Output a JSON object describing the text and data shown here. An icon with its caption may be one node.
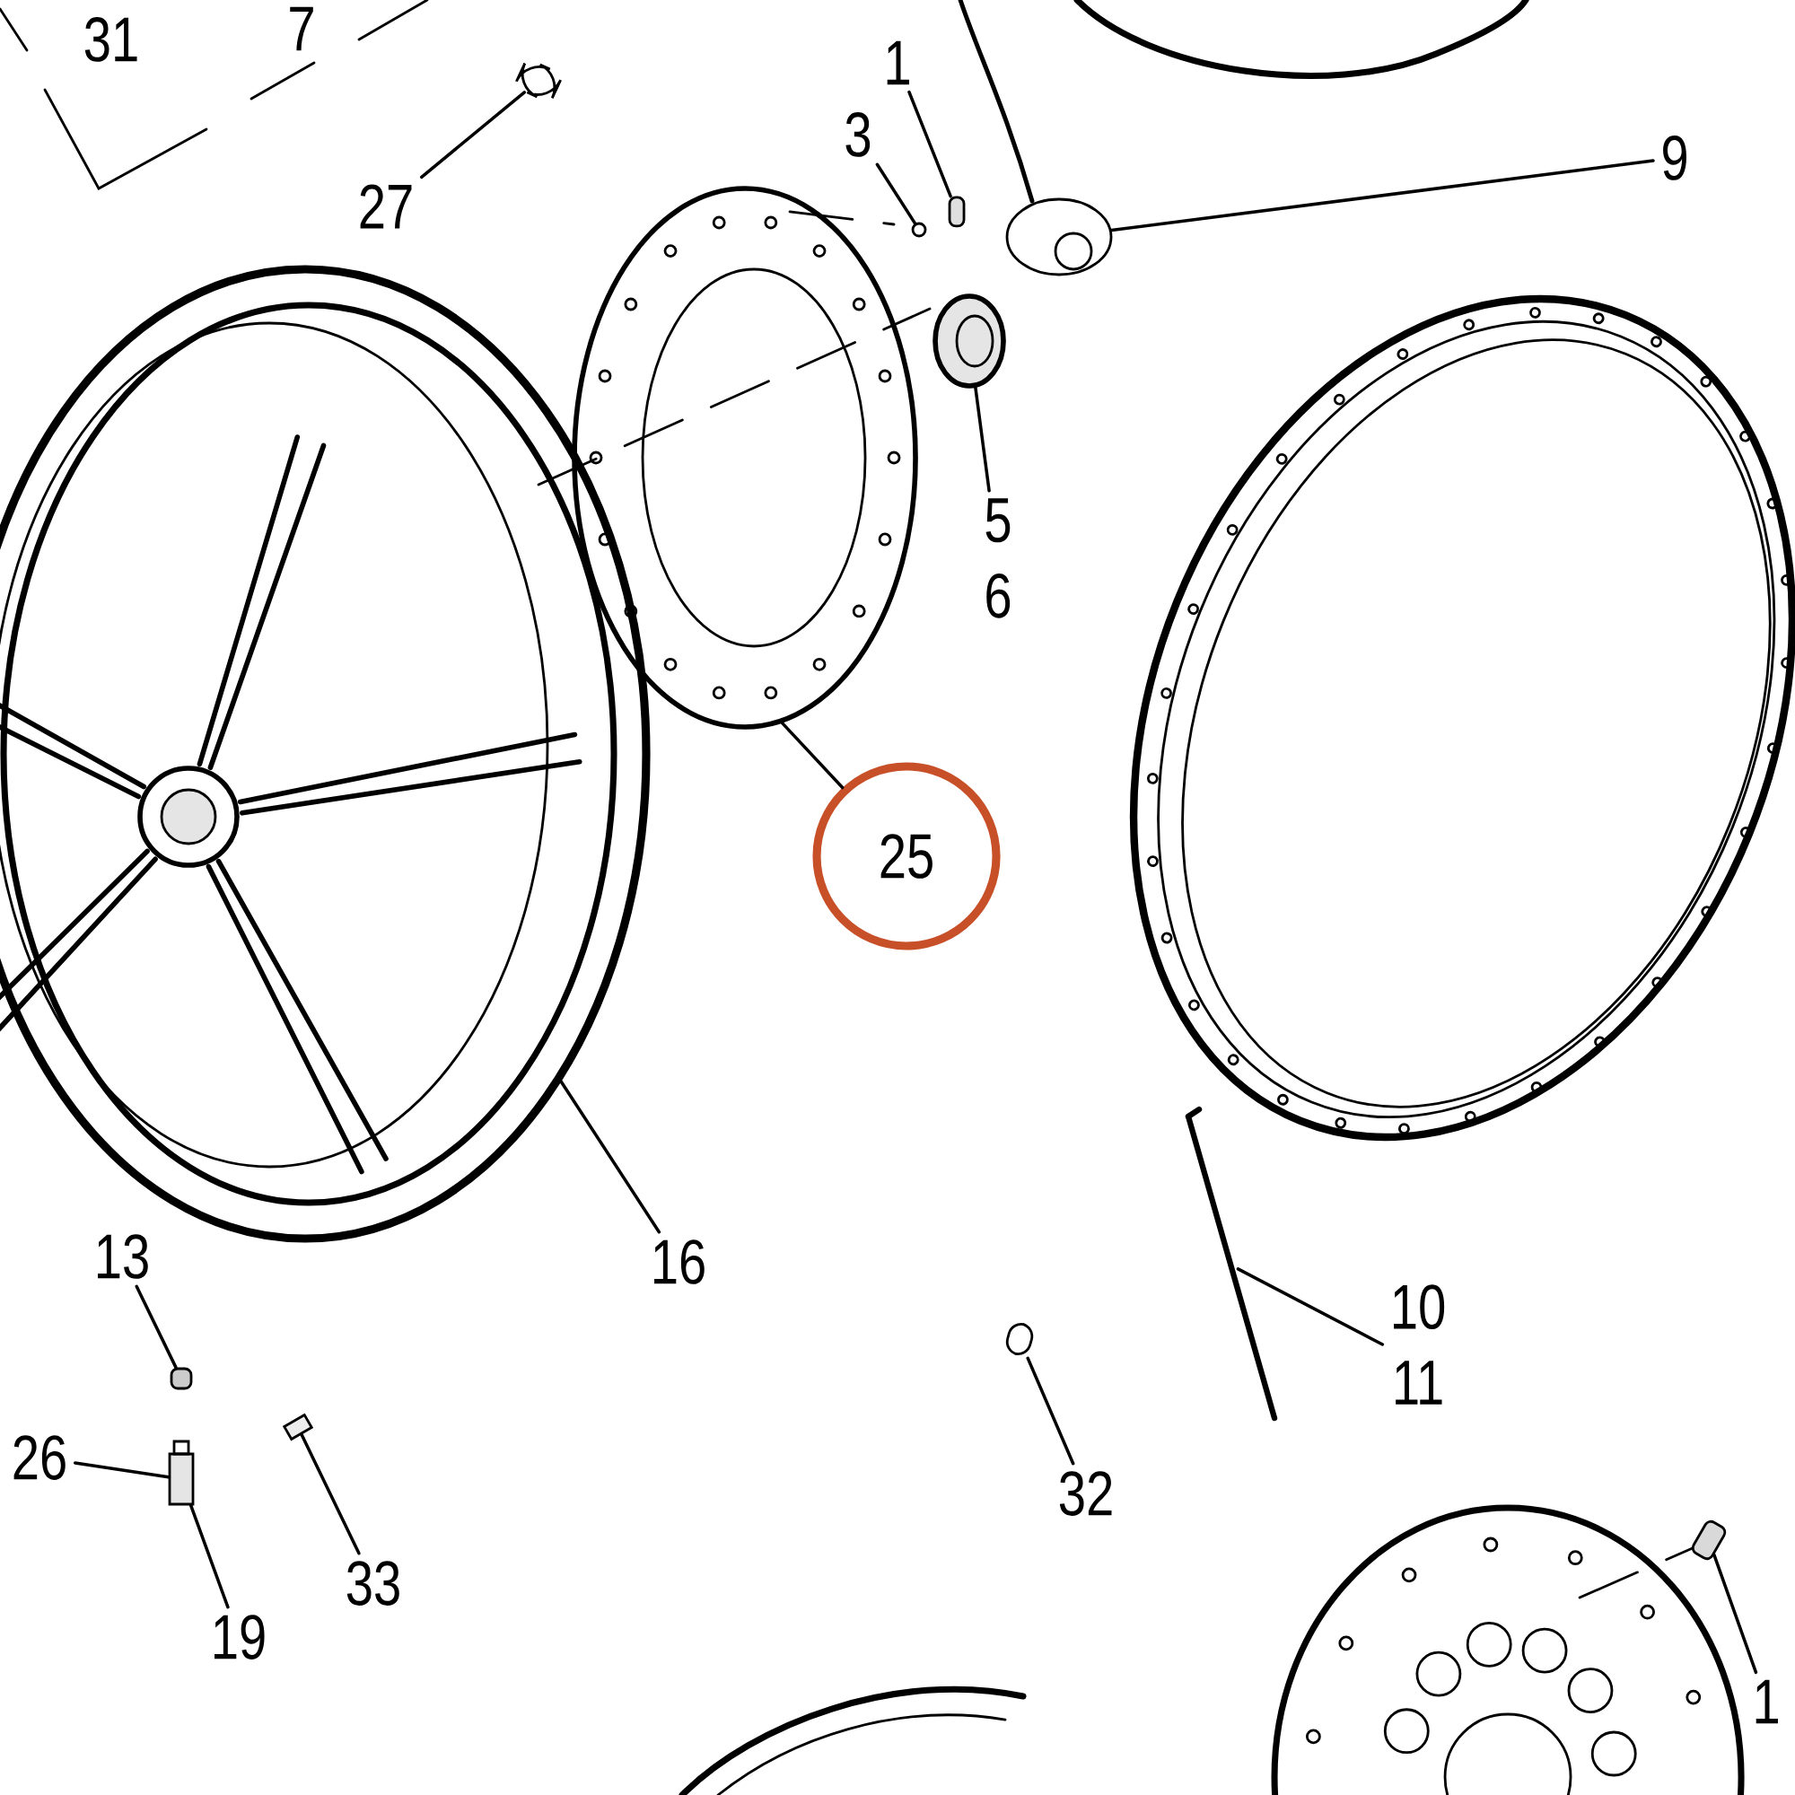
{
  "diagram": {
    "nodes": [
      {
        "text": [
          "1"
        ]
      },
      {
        "text": [
          "3"
        ]
      },
      {
        "text": [
          "27"
        ]
      },
      {
        "text": [
          "9"
        ]
      },
      {
        "text": [
          "5",
          "6"
        ]
      },
      {
        "text": [
          "25"
        ]
      },
      {
        "text": [
          "16"
        ]
      },
      {
        "text": [
          "13"
        ]
      },
      {
        "text": [
          "10",
          "11"
        ]
      },
      {
        "text": [
          "26"
        ]
      },
      {
        "text": [
          "32"
        ]
      },
      {
        "text": [
          "33"
        ]
      },
      {
        "text": [
          "19"
        ]
      },
      {
        "text": [
          "1"
        ]
      },
      {
        "text": [],
        "shape": "box"
      },
      {
        "text": [],
        "shape": "circle"
      },
      {
        "text": [],
        "shape": "picture"
      },
      {
        "text": [],
        "shape": "picture"
      },
      {
        "text": [],
        "shape": "picture"
      },
      {
        "text": [],
        "shape": "picture"
      },
      {
        "text": [],
        "shape": "picture"
      },
      {
        "text": [],
        "shape": "box"
      },
      {
        "text": [],
        "shape": "box"
      },
      {
        "text": [],
        "shape": "picture"
      },
      {
        "text": [],
        "shape": "picture"
      },
      {
        "text": [],
        "shape": "box"
      },
      {
        "text": [],
        "shape": "picture"
      }
    ],
    "edges": [
      {
        "from": 0,
        "to": 14,
        "arrow": "none"
      },
      {
        "from": 1,
        "to": 15,
        "arrow": "none"
      },
      {
        "from": 2,
        "to": 16,
        "arrow": "none"
      },
      {
        "from": 3,
        "to": 17,
        "arrow": "none"
      },
      {
        "from": 4,
        "to": 18,
        "arrow": "none"
      },
      {
        "from": 5,
        "to": 19,
        "arrow": "none"
      },
      {
        "from": 6,
        "to": 20,
        "arrow": "none"
      },
      {
        "from": 7,
        "to": 21,
        "arrow": "none"
      },
      {
        "from": 8,
        "to": 24,
        "arrow": "none"
      },
      {
        "from": 9,
        "to": 22,
        "arrow": "none"
      },
      {
        "from": 10,
        "to": 25,
        "arrow": "none"
      },
      {
        "from": 11,
        "to": 23,
        "arrow": "none"
      },
      {
        "from": 12,
        "to": 22,
        "arrow": "none"
      },
      {
        "from": 13,
        "to": 26,
        "arrow": "none"
      }
    ],
    "labels": [
      "31",
      "7"
    ]
  }
}
